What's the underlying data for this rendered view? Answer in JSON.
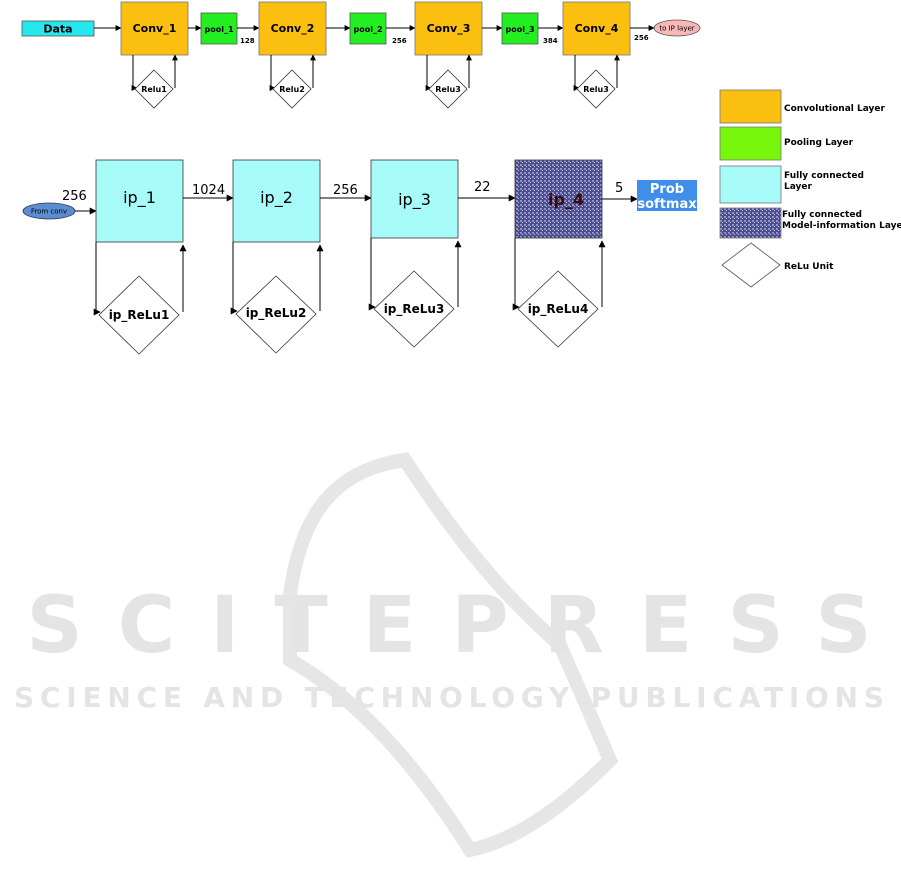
{
  "colors": {
    "conv": "#fbbf10",
    "pool": "#22ee22",
    "fc": "#a6fbf8",
    "data": "#26e6ee",
    "model": "#4b4d8c",
    "ipout": "#f8b8b8",
    "fromconv": "#5b8ed0",
    "prob": "#3f8fea",
    "watermark": "#e4e4e4"
  },
  "top": {
    "data": "Data",
    "conv": [
      "Conv_1",
      "Conv_2",
      "Conv_3",
      "Conv_4"
    ],
    "pool": [
      "pool_1",
      "pool_2",
      "pool_3"
    ],
    "relu": [
      "Relu1",
      "Relu2",
      "Relu3",
      "Relu3"
    ],
    "dims": [
      "128",
      "256",
      "384",
      "256"
    ],
    "to_ip": "to IP layer"
  },
  "bottom": {
    "from_conv": "From conv",
    "ip": [
      "ip_1",
      "ip_2",
      "ip_3",
      "ip_4"
    ],
    "relu": [
      "ip_ReLu1",
      "ip_ReLu2",
      "ip_ReLu3",
      "ip_ReLu4"
    ],
    "dims": [
      "256",
      "1024",
      "256",
      "22",
      "5"
    ],
    "prob": [
      "Prob",
      "softmax"
    ]
  },
  "legend": {
    "conv": "Convolutional Layer",
    "pool": "Pooling Layer",
    "fc": [
      "Fully connected",
      "Layer"
    ],
    "model": [
      "Fully connected",
      "Model-information Layer"
    ],
    "relu": "ReLu Unit"
  },
  "watermark": {
    "main": "SCITEPRESS",
    "sub": "SCIENCE AND TECHNOLOGY PUBLICATIONS"
  }
}
